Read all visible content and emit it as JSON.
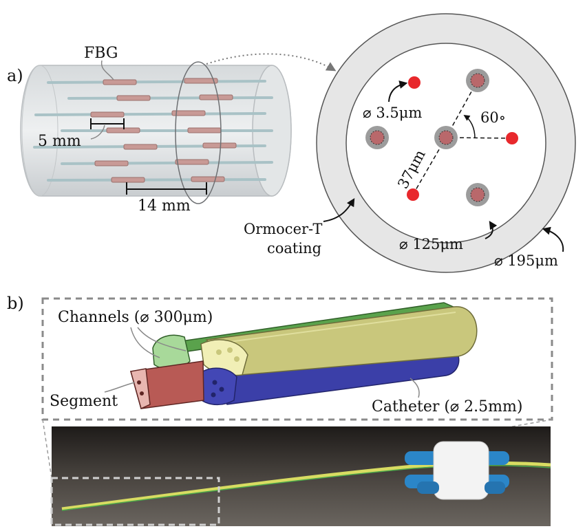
{
  "panel_a": {
    "panel_label": "a)",
    "fbg_label": "FBG",
    "grating_length": "5 mm",
    "grating_spacing": "14 mm",
    "core_diameter": "⌀ 3.5μm",
    "core_spacing": "37μm",
    "angle": "60∘",
    "coating_line1": "Ormocer-T",
    "coating_line2": "coating",
    "cladding_diameter": "⌀ 125μm",
    "coating_diameter": "⌀ 195μm"
  },
  "panel_b": {
    "panel_label": "b)",
    "channels_label": "Channels (⌀ 300μm)",
    "segment_label": "Segment",
    "catheter_label": "Catheter (⌀ 2.5mm)"
  },
  "colors": {
    "core_red": "#e8282c",
    "segment_red": "#b85a55",
    "channel_green": "#5aa24c",
    "channel_yellow": "#c9c77c",
    "catheter_blue": "#3b3fa8",
    "clip_blue": "#2b86c8",
    "background_dark": "#4a4540"
  }
}
